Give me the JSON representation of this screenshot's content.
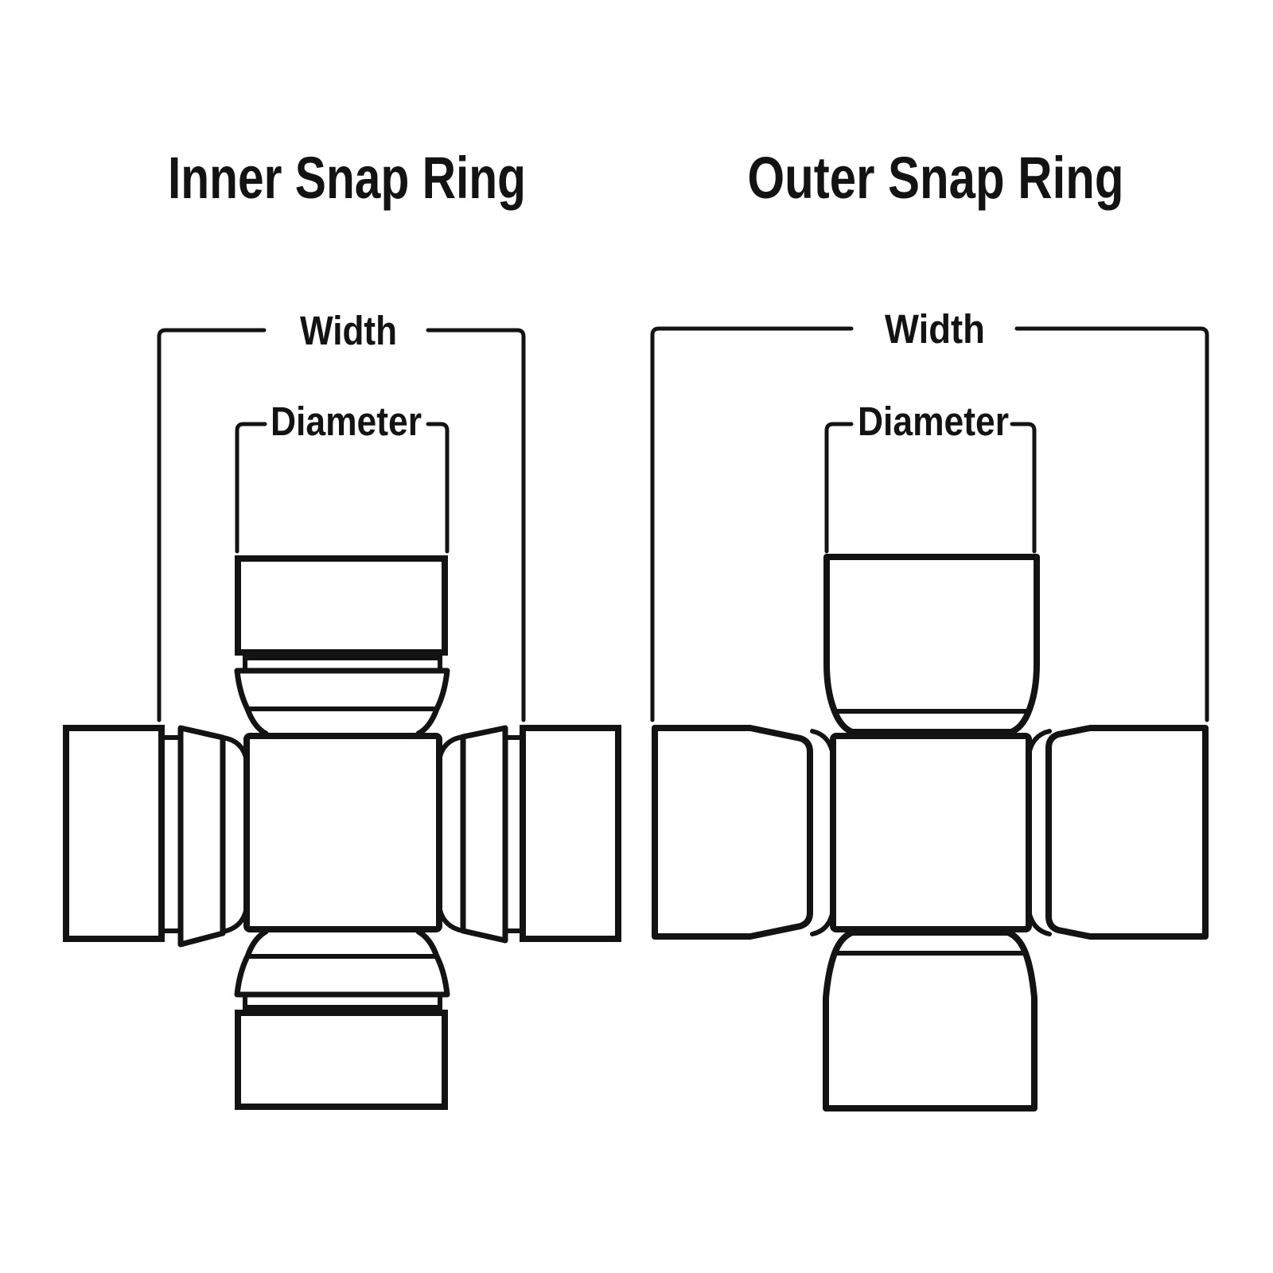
{
  "canvas": {
    "background": "#ffffff",
    "ink": "#131313"
  },
  "panels": [
    {
      "id": "inner",
      "title": "Inner Snap Ring",
      "width_label": "Width",
      "diameter_label": "Diameter"
    },
    {
      "id": "outer",
      "title": "Outer Snap Ring",
      "width_label": "Width",
      "diameter_label": "Diameter"
    }
  ]
}
